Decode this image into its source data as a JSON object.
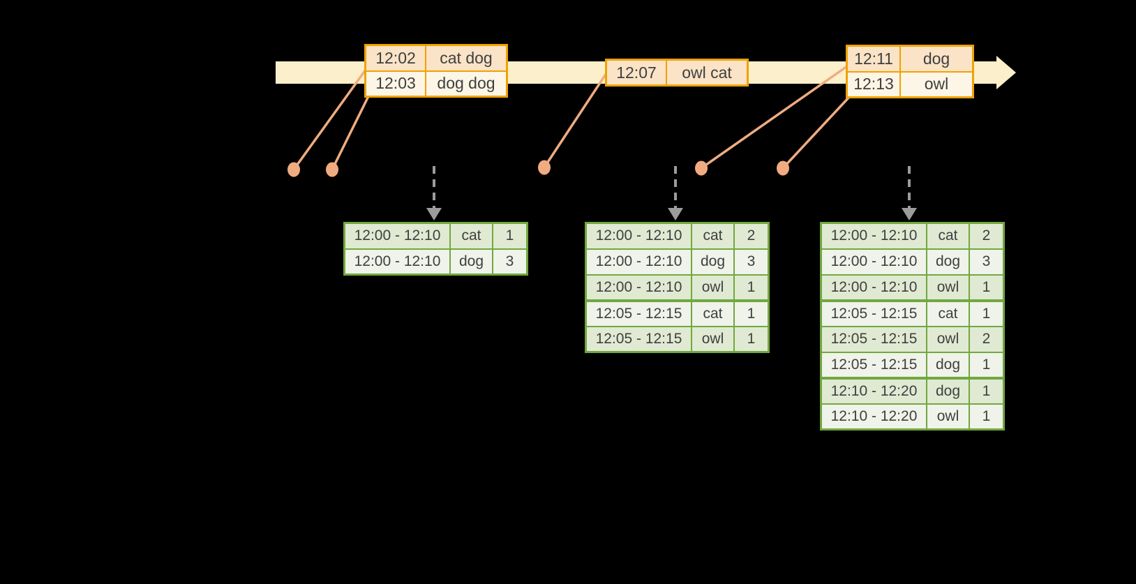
{
  "colors": {
    "background": "#000000",
    "timeline_fill": "#FBF0CB",
    "event_border": "#F0A202",
    "event_row_fill_dark": "#FAE3C6",
    "event_row_fill_light": "#FDF5E6",
    "connector": "#F0AC80",
    "result_border": "#71A83E",
    "result_row_fill_dark": "#E0EAD3",
    "result_row_fill_light": "#EFF3EA",
    "trigger_arrow_gray": "#9C9C9C",
    "text": "#3F3F3F"
  },
  "event_tables": [
    {
      "rows": [
        {
          "time": "12:02",
          "words": "cat dog"
        },
        {
          "time": "12:03",
          "words": "dog dog"
        }
      ]
    },
    {
      "rows": [
        {
          "time": "12:07",
          "words": "owl cat"
        }
      ]
    },
    {
      "rows": [
        {
          "time": "12:11",
          "words": "dog"
        },
        {
          "time": "12:13",
          "words": "owl"
        }
      ]
    }
  ],
  "result_tables": [
    {
      "rows": [
        {
          "window": "12:00 - 12:10",
          "key": "cat",
          "count": "1"
        },
        {
          "window": "12:00 - 12:10",
          "key": "dog",
          "count": "3"
        }
      ]
    },
    {
      "rows": [
        {
          "window": "12:00 - 12:10",
          "key": "cat",
          "count": "2"
        },
        {
          "window": "12:00 - 12:10",
          "key": "dog",
          "count": "3"
        },
        {
          "window": "12:00 - 12:10",
          "key": "owl",
          "count": "1"
        },
        {
          "window": "12:05 - 12:15",
          "key": "cat",
          "count": "1"
        },
        {
          "window": "12:05 - 12:15",
          "key": "owl",
          "count": "1"
        }
      ]
    },
    {
      "rows": [
        {
          "window": "12:00 - 12:10",
          "key": "cat",
          "count": "2"
        },
        {
          "window": "12:00 - 12:10",
          "key": "dog",
          "count": "3"
        },
        {
          "window": "12:00 - 12:10",
          "key": "owl",
          "count": "1"
        },
        {
          "window": "12:05 - 12:15",
          "key": "cat",
          "count": "1"
        },
        {
          "window": "12:05 - 12:15",
          "key": "owl",
          "count": "2"
        },
        {
          "window": "12:05 - 12:15",
          "key": "dog",
          "count": "1"
        },
        {
          "window": "12:10 - 12:20",
          "key": "dog",
          "count": "1"
        },
        {
          "window": "12:10 - 12:20",
          "key": "owl",
          "count": "1"
        }
      ]
    }
  ]
}
